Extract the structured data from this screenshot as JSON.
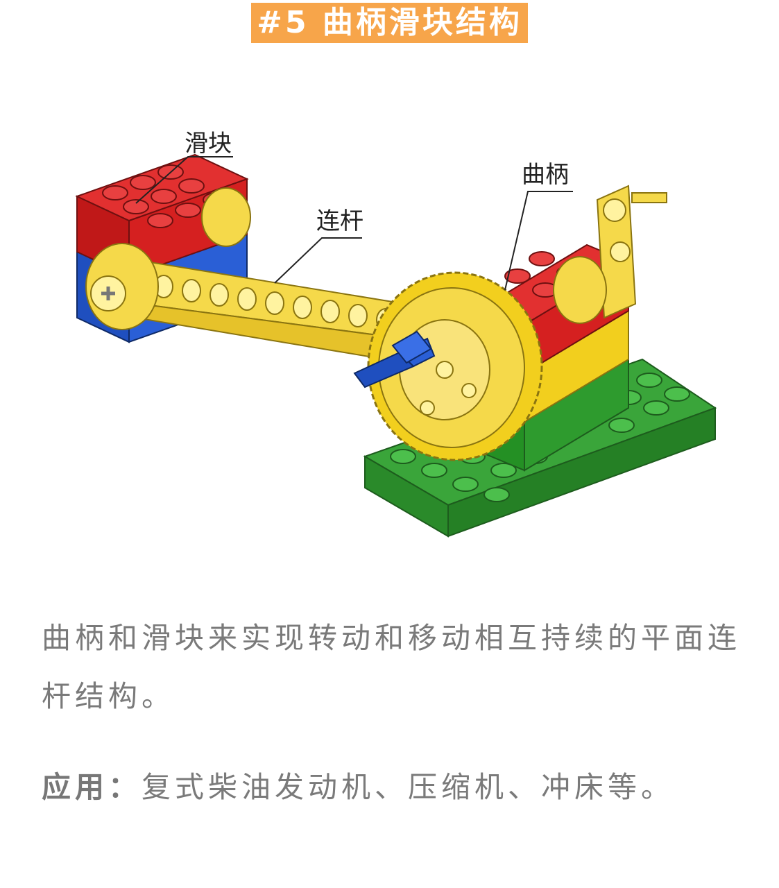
{
  "title": "#5 曲柄滑块结构",
  "figure": {
    "labels": {
      "slider": "滑块",
      "connecting_rod": "连杆",
      "crank": "曲柄"
    }
  },
  "description": "曲柄和滑块来实现转动和移动相互持续的平面连杆结构。",
  "application": {
    "label": "应用：",
    "text": "复式柴油发动机、压缩机、冲床等。"
  }
}
